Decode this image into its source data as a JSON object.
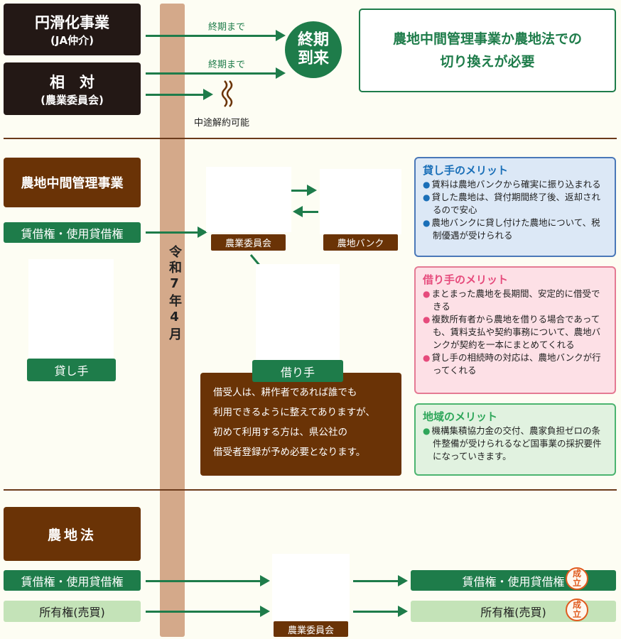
{
  "top": {
    "smooth_title": "円滑化事業",
    "smooth_sub": "(JA仲介)",
    "aitai_title": "相　対",
    "aitai_sub": "(農業委員会)",
    "until_end_1": "終期まで",
    "until_end_2": "終期まで",
    "cancel": "中途解約可能",
    "end_circle_1": "終期",
    "end_circle_2": "到来",
    "switch_line1": "農地中間管理事業か農地法での",
    "switch_line2": "切り換えが必要"
  },
  "timeline": {
    "date": "令和7年4月"
  },
  "middle": {
    "title": "農地中間管理事業",
    "rights": "賃借権・使用貸借権",
    "committee": "農業委員会",
    "bank": "農地バンク",
    "lender": "貸し手",
    "borrower": "借り手",
    "note": [
      "借受人は、耕作者であれば誰でも",
      "利用できるように整えてありますが、",
      "初めて利用する方は、県公社の",
      "借受者登録が予め必要となります。"
    ]
  },
  "merits": {
    "lender": {
      "title": "貸し手のメリット",
      "color": "#1a6fb8",
      "items": [
        "賃料は農地バンクから確実に振り込まれる",
        "貸した農地は、貸付期間終了後、返却されるので安心",
        "農地バンクに貸し付けた農地について、税制優遇が受けられる"
      ]
    },
    "borrower": {
      "title": "借り手のメリット",
      "color": "#e64b7c",
      "items": [
        "まとまった農地を長期間、安定的に借受できる",
        "複数所有者から農地を借りる場合であっても、賃料支払や契約事務について、農地バンクが契約を一本にまとめてくれる",
        "貸し手の相続時の対応は、農地バンクが行ってくれる"
      ]
    },
    "region": {
      "title": "地域のメリット",
      "color": "#2ea65a",
      "items": [
        "機構集積協力金の交付、農家負担ゼロの条件整備が受けられるなど国事業の採択要件になっていきます。"
      ]
    }
  },
  "bottom": {
    "title": "農地法",
    "rights": "賃借権・使用貸借権",
    "ownership": "所有権(売買)",
    "committee": "農業委員会",
    "result_rights": "賃借権・使用貸借権",
    "result_ownership": "所有権(売買)",
    "stamp_1": "成",
    "stamp_2": "立"
  }
}
